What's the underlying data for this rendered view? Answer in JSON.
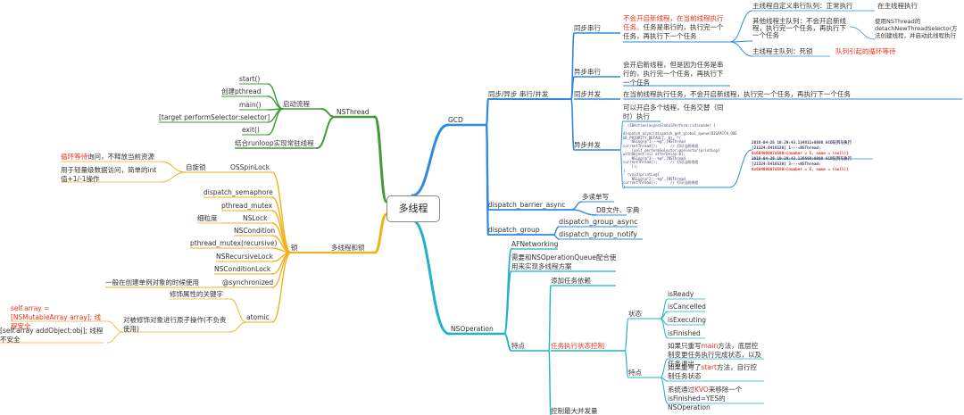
{
  "root": "多线程",
  "colors": {
    "gcd": "#2e8bdf",
    "nsthread": "#3f9b36",
    "lock": "#f1b21a",
    "nsop": "#1fb2c8",
    "red": "#e8331c"
  },
  "gcd": {
    "label": "GCD",
    "sync_async": "同步/异步 串行/并发",
    "sync_serial": "同步串行",
    "sync_serial_desc_red": "不会开启新线程，在当前线程执行任务。",
    "sync_serial_desc": "任务是串行的，执行完一个任务，再执行下一个任务",
    "custom_queue": "主线程自定义串行队列：正常执行",
    "custom_queue_result": "在主线程执行",
    "other_main": "其他线程主队列：不会开启新线程，执行完一个任务，再执行下一个任务",
    "other_main_note": "使用NSThread的detachNewThreadSelector方法创建线程，并启动此线程执行",
    "main_main": "主线程主队列：死锁",
    "main_main_result": "队列引起的循环等待",
    "async_serial": "异步串行",
    "async_serial_desc": "会开启新线程，但是因为任务是串行的，执行完一个任务，再执行下一个任务",
    "sync_concurrent": "同步并发",
    "sync_concurrent_desc": "在当前线程执行任务，不会开启新线程，执行完一个任务，再执行下一个任务",
    "async_concurrent": "异步并发",
    "async_concurrent_desc": "可以开启多个线程，任务交替（同时）执行",
    "barrier": "dispatch_barrier_async",
    "barrier_rw": "多读单写",
    "barrier_db": "DB文件、字典",
    "group": "dispatch_group",
    "group_async": "dispatch_group_async",
    "group_notify": "dispatch_group_notify",
    "code": [
      "- (IBAction)asyncGlobalPerform:(id)sender {",
      "",
      "dispatch_async(dispatch_get_global_queue(DISPATCH_QUE",
      "UE_PRIORITY_DEFAULT, 0), ^{",
      "    NSLog(@\"1---%@\",[NSThread",
      "currentThread]);      // 打印当前线程",
      "    [self performSelector:@selector(printLog)",
      "withObject:nil afterDelay:0];",
      "    NSLog(@\"3---%@\",[NSThread",
      "currentThread]);      // 打印当前线程",
      "    });",
      "}",
      "- (void)printLog{",
      "    NSLog(@\"2---%@\",[NSThread",
      "currentThread]);      // 打印当前线程",
      "}"
    ],
    "log": [
      "2018-04-26 10:29:43.134811+0800 GCD队列与执行",
      "[21324:6416520] 1---<NSThread:",
      "0x60400007d580>{number = 5, name = (null)}",
      "2018-04-26 10:29:43.136660+0800 GCD队列与执行",
      "[21324:6416520] 3---<NSThread:",
      "0x60400007d580>{number = 5, name = (null)}"
    ]
  },
  "nsthread": {
    "label": "NSThread",
    "start_flow": "启动流程",
    "steps": [
      "start()",
      "创建pthread",
      "main()",
      "[target performSelector:selector]",
      "exit()"
    ],
    "runloop": "结合runloop实现常驻线程"
  },
  "locks": {
    "branch": "多线程和锁",
    "label": "锁",
    "osspinlock": "OSSpinLock",
    "spin": "自旋锁",
    "spin_desc_red": "循环等待",
    "spin_desc_rest": "询问，不释放当前资源",
    "spin_use": "用于轻量级数据访问，简单的int值+1/-1操作",
    "items": [
      "dispatch_semaphore",
      "pthread_mutex",
      "NSLock",
      "NSCondition",
      "pthread_mutex(recursive)",
      "NSRecursiveLock",
      "NSConditionLock",
      "@synchronized"
    ],
    "fine": "细粒度",
    "sync_desc": "一般在创建单例对象的时候使用",
    "atomic": "atomic",
    "atomic_kw": "修饰属性的关键字",
    "atomic_desc": "对被修饰对象进行原子操作(不负责使用)",
    "atomic_ex_red": "self.array = [NSMutableArray array]; 线程安全",
    "atomic_ex2": "[self.array addObject:obj]; 线程不安全"
  },
  "nsop": {
    "label": "NSOperation",
    "afn": "AFNetworking",
    "queue": "需要和NSOperationQueue配合使用来实现多线程方案",
    "feature": "特点",
    "deps": "添加任务依赖",
    "control_red": "任务执行状态控制",
    "status": "状态",
    "states": [
      "isReady",
      "isCancelled",
      "isExecuting",
      "isFinished"
    ],
    "feature2": "特点",
    "main_pre": "如果只重写",
    "main_kw": "main",
    "main_post": "方法，底层控制变更任务执行完成状态，以及任务退出",
    "start_pre": "如果重写了",
    "start_kw": "start",
    "start_post": "方法，自行控制任务状态",
    "kvo_pre": "系统通过",
    "kvo_kw": "KVO",
    "kvo_post": "来移除一个isFinished=YES的NSOperation",
    "max": "控制最大并发量"
  }
}
